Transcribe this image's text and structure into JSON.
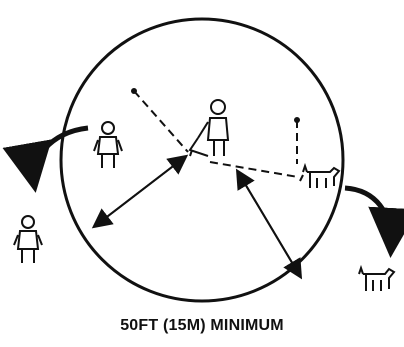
{
  "caption": "50FT (15M) MINIMUM",
  "figures": [
    {
      "name": "operator-mower-icon",
      "description": "person operating a string trimmer"
    },
    {
      "name": "bystander-icon",
      "description": "person inside circle"
    },
    {
      "name": "dog-icon",
      "description": "dog inside circle"
    },
    {
      "name": "moved-bystander-icon",
      "description": "person moved outside circle"
    },
    {
      "name": "moved-dog-icon",
      "description": "dog moved outside circle"
    }
  ],
  "colors": {
    "ink": "#111111",
    "background": "#ffffff"
  }
}
